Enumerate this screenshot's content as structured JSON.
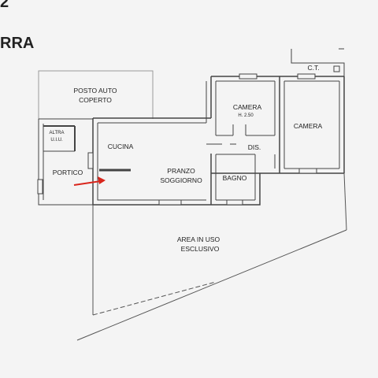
{
  "header": {
    "line1": "2",
    "line2": "RRA"
  },
  "rooms": {
    "posto_auto_line1": "POSTO AUTO",
    "posto_auto_line2": "COPERTO",
    "camera1": "CAMERA",
    "camera1_height": "H. 2.50",
    "camera2": "CAMERA",
    "ct": "C.T.",
    "altra_line1": "ALTRA",
    "altra_line2": "U.I.U.",
    "cucina": "CUCINA",
    "dis": "DIS.",
    "portico": "PORTICO",
    "pranzo_line1": "PRANZO",
    "pranzo_line2": "SOGGIORNO",
    "bagno": "BAGNO",
    "area_line1": "AREA IN USO",
    "area_line2": "ESCLUSIVO"
  },
  "colors": {
    "background": "#f4f4f4",
    "wall": "#444444",
    "arrow": "#d9261c"
  }
}
